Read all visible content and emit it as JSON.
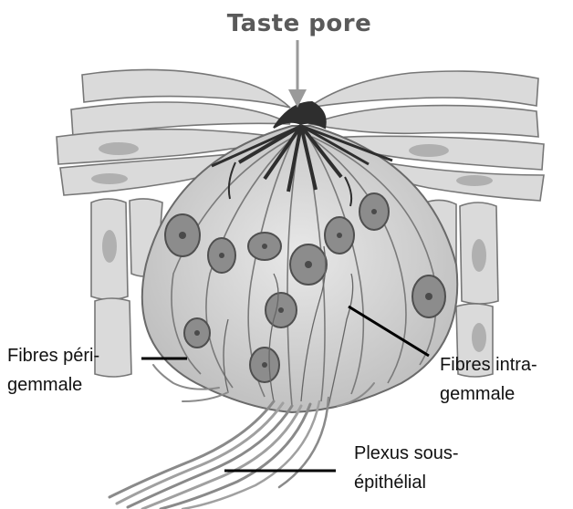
{
  "labels": {
    "taste_pore": "Taste pore",
    "fibres_peri_line1": "Fibres péri-",
    "fibres_peri_line2": "gemmale",
    "fibres_intra_line1": "Fibres intra-",
    "fibres_intra_line2": "gemmale",
    "plexus_line1": "Plexus sous-",
    "plexus_line2": "épithélial"
  },
  "colors": {
    "cell_light": "#dcdcdc",
    "cell_mid": "#c4c4c4",
    "cell_outline": "#6e6e6e",
    "nucleus": "#8a8a8a",
    "nucleus_dark": "#555555",
    "pore": "#2a2a2a",
    "leader": "#000000"
  }
}
